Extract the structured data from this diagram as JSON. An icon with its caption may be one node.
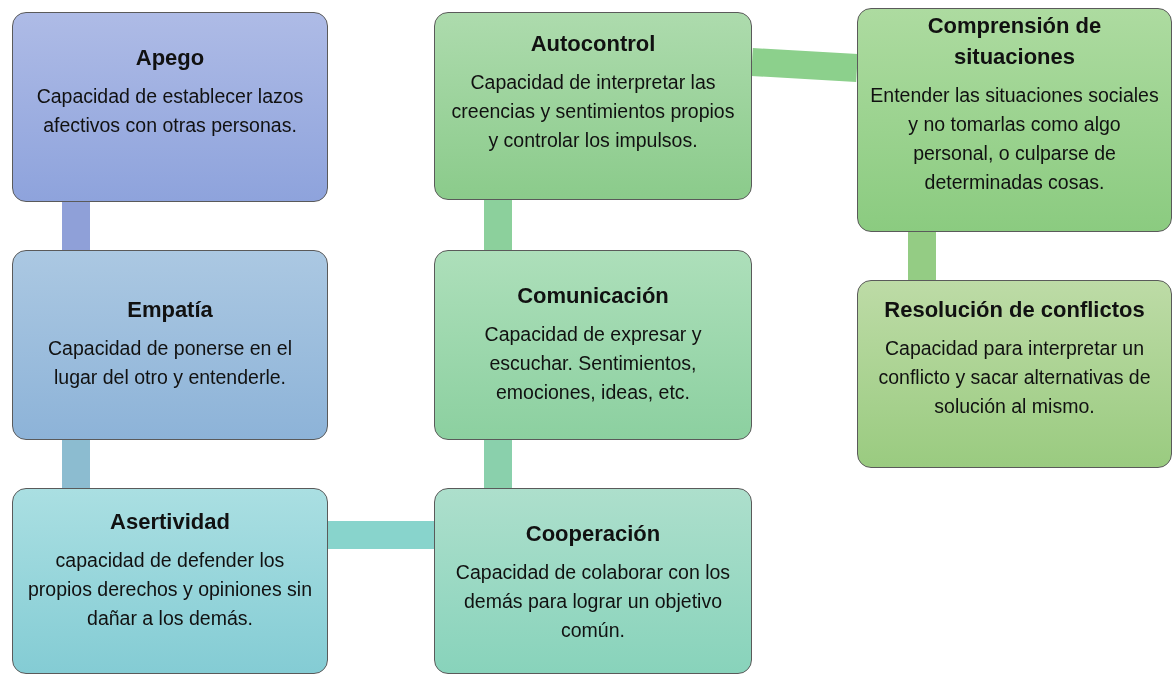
{
  "diagram": {
    "nodes": [
      {
        "text": [
          "Apego",
          "Capacidad de establecer lazos afectivos con otras personas."
        ]
      },
      {
        "text": [
          "Empatía",
          "Capacidad de ponerse en el lugar del otro y entenderle."
        ]
      },
      {
        "text": [
          "Asertividad",
          "capacidad de defender los propios derechos y opiniones sin dañar a los demás."
        ]
      },
      {
        "text": [
          "Autocontrol",
          "Capacidad de interpretar las creencias y sentimientos propios y controlar los impulsos."
        ]
      },
      {
        "text": [
          "Comunicación",
          "Capacidad de expresar y escuchar. Sentimientos, emociones, ideas, etc."
        ]
      },
      {
        "text": [
          "Cooperación",
          "Capacidad de colaborar con los demás para lograr un objetivo común."
        ]
      },
      {
        "text": [
          "Comprensión de situaciones",
          "Entender las situaciones sociales y no tomarlas como algo personal, o culparse de determinadas cosas."
        ]
      },
      {
        "text": [
          "Resolución de conflictos",
          "Capacidad para interpretar un conflicto y sacar alternativas de solución al mismo."
        ]
      }
    ],
    "edges": [
      {
        "from": 0,
        "to": 1,
        "arrow": "none",
        "color": "#8fa0d8"
      },
      {
        "from": 1,
        "to": 2,
        "arrow": "none",
        "color": "#8cbcd0"
      },
      {
        "from": 2,
        "to": 5,
        "arrow": "none",
        "color": "#88d4cc"
      },
      {
        "from": 5,
        "to": 4,
        "arrow": "none",
        "color": "#8ad0ac"
      },
      {
        "from": 4,
        "to": 3,
        "arrow": "none",
        "color": "#8cd09c"
      },
      {
        "from": 3,
        "to": 6,
        "arrow": "none",
        "color": "#8cd08c"
      },
      {
        "from": 6,
        "to": 7,
        "arrow": "none",
        "color": "#94cc84"
      }
    ]
  }
}
